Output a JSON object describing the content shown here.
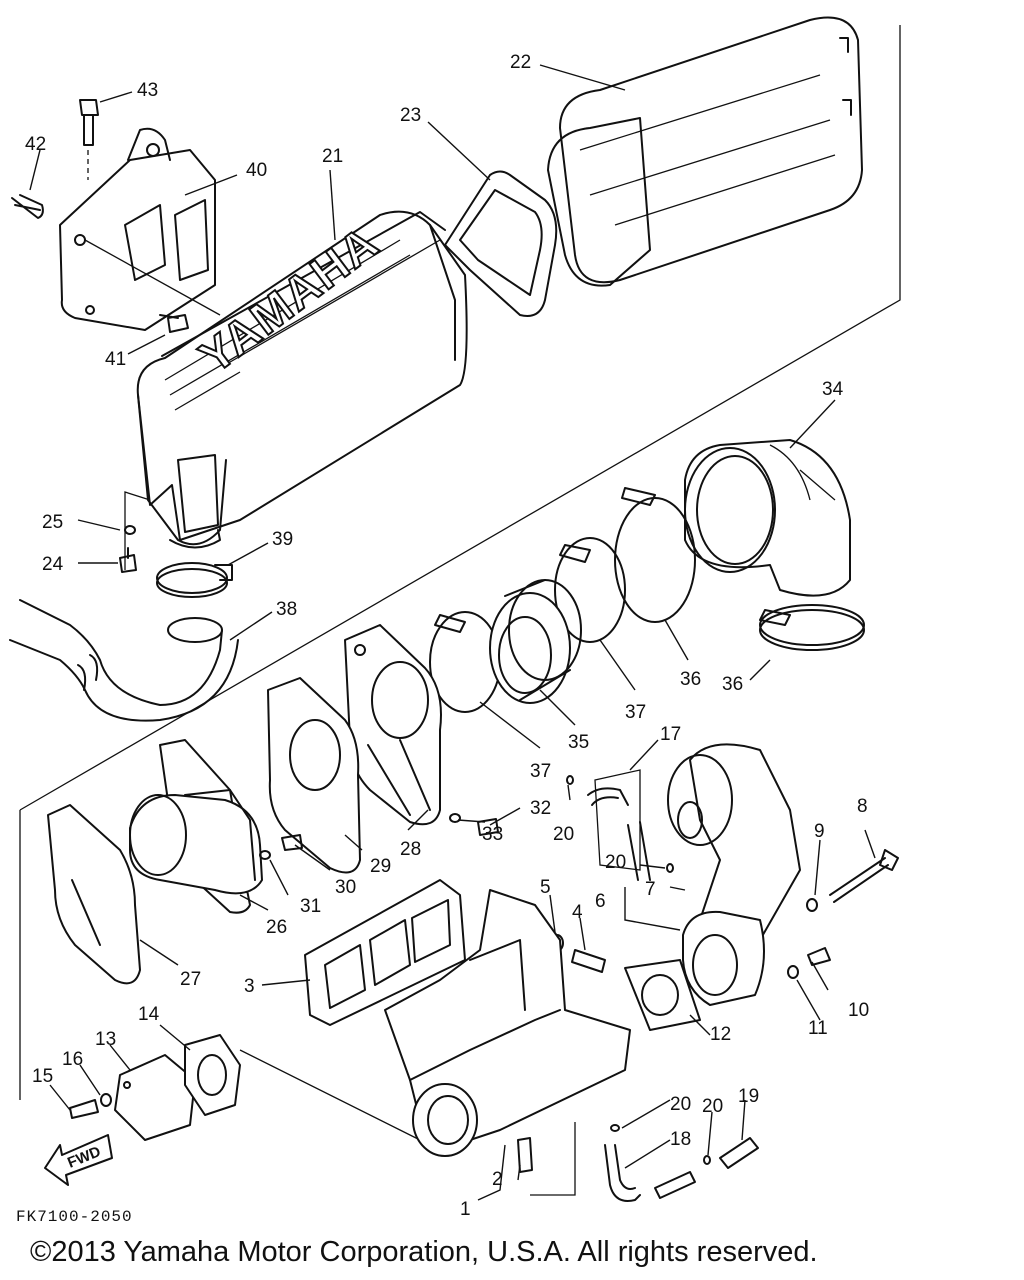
{
  "diagram": {
    "drawing_code": "FK7100-2050",
    "copyright": "©2013 Yamaha Motor Corporation, U.S.A. All rights reserved.",
    "brand_text": "YAMAHA",
    "fwd_label": "FWD",
    "part_numbers": [
      "43",
      "42",
      "40",
      "21",
      "23",
      "22",
      "41",
      "34",
      "25",
      "39",
      "24",
      "38",
      "36",
      "36",
      "37",
      "35",
      "37",
      "17",
      "32",
      "33",
      "20",
      "8",
      "28",
      "29",
      "30",
      "31",
      "26",
      "27",
      "20",
      "9",
      "7",
      "6",
      "5",
      "4",
      "3",
      "14",
      "13",
      "16",
      "15",
      "12",
      "10",
      "11",
      "20",
      "20",
      "19",
      "18",
      "2",
      "1"
    ]
  }
}
